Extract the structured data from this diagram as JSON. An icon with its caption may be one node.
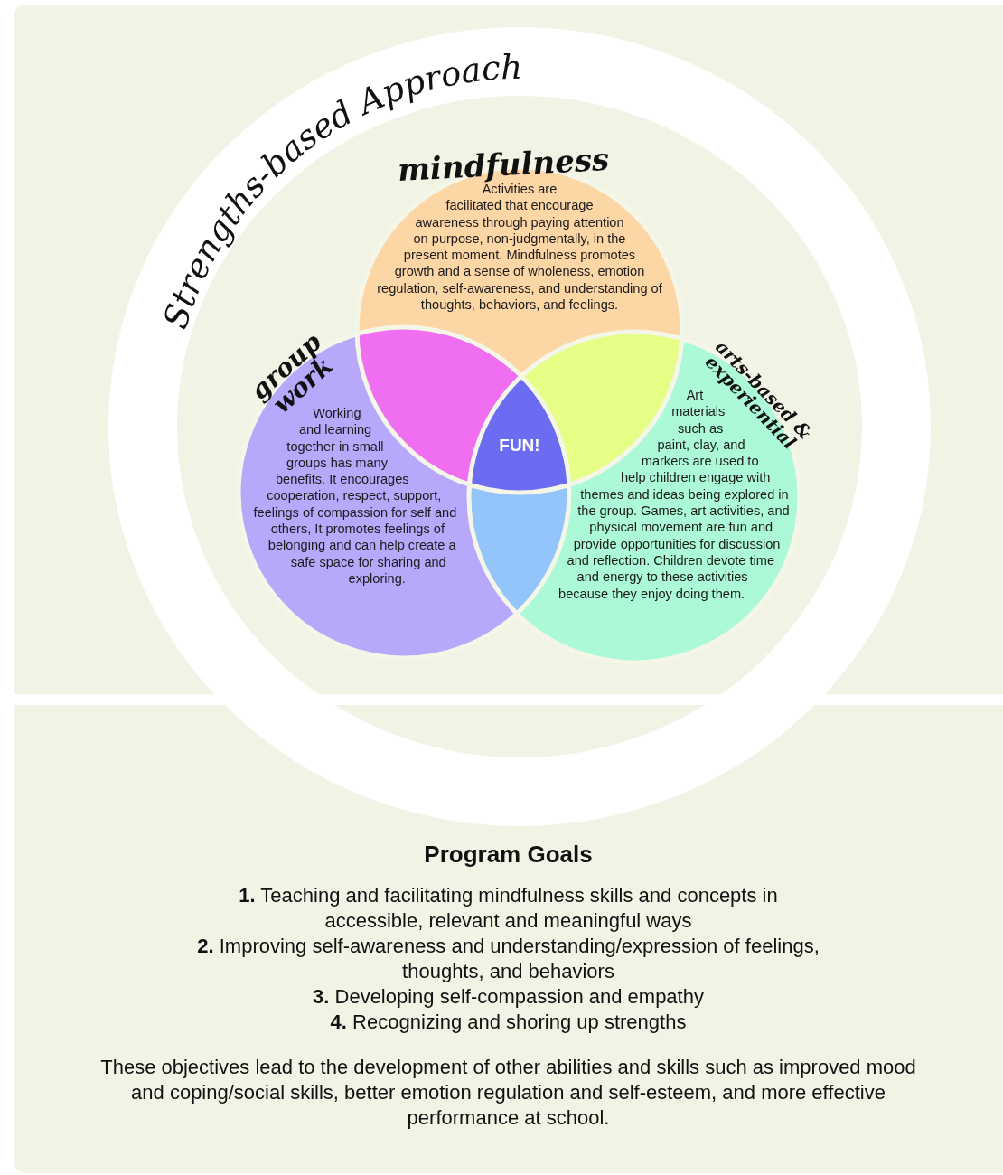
{
  "diagram": {
    "title": "Strengths-based Approach",
    "nodes": [
      {
        "text": [
          "mindfulness",
          "Activities are facilitated that encourage awareness through paying attention on purpose, non-judgmentally, in the present moment. Mindfulness promotes growth and a sense of wholeness, emotion regulation, self-awareness, and understanding of thoughts, behaviors, and feelings."
        ]
      },
      {
        "text": [
          "group work",
          "Working and learning together in small groups has many benefits. It encourages cooperation, respect, support, feelings of compassion for self and others, It promotes feelings of belonging and can help create a safe space for sharing and exploring."
        ]
      },
      {
        "text": [
          "arts-based & experiential",
          "Art materials such as paint, clay, and markers are used to help children engage with themes and ideas being explored in the group. Games, art activities, and physical movement are fun and provide opportunities for discussion and reflection. Children devote time and energy to these activities because they enjoy doing them."
        ]
      },
      {
        "text": [
          "FUN!"
        ]
      }
    ],
    "labels": [
      "Program Goals",
      "**1.** Teaching and facilitating mindfulness skills and concepts in accessible, relevant and meaningful ways",
      "**2.** Improving self-awareness and understanding/expression of feelings, thoughts, and behaviors",
      "**3.** Developing self-compassion and empathy",
      "**4.** Recognizing and shoring up strengths",
      "These objectives lead to the development of other abilities and skills such as improved mood and coping/social skills, better emotion regulation and self-esteem, and more effective performance at school."
    ]
  }
}
